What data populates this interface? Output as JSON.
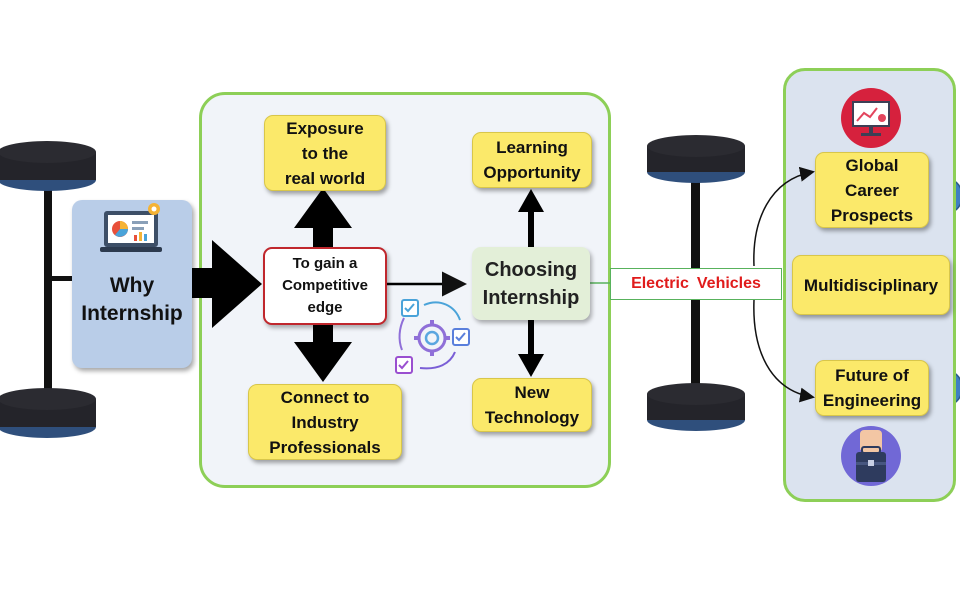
{
  "colors": {
    "panel_border": "#8dcf57",
    "panel_fill": "#f1f4f9",
    "box_yellow": "#fbe96a",
    "why_box": "#b9cde8",
    "edge_border": "#c0272d",
    "choose_box": "#e3efd8",
    "ev_text": "#e01b1b",
    "wheel": "#24242a",
    "wheel_tread": "#2f4f7c"
  },
  "icons": {
    "why": "laptop-analytics-icon",
    "cycle": "gear-checklist-cycle-icon",
    "career": "presentation-board-icon",
    "engineering": "briefcase-icon"
  },
  "why_internship": {
    "label": "Why\nInternship"
  },
  "competitive_edge": {
    "label": "To gain a\nCompetitive\nedge"
  },
  "choosing_internship": {
    "label": "Choosing\nInternship"
  },
  "outcomes": {
    "exposure": "Exposure\nto the\nreal world",
    "connect": "Connect to\nIndustry\nProfessionals",
    "learning": "Learning\nOpportunity",
    "new_tech": "New\nTechnology"
  },
  "electric_vehicles": {
    "word1": "Electric",
    "word2": "Vehicles"
  },
  "benefits": {
    "career": "Global\nCareer\nProspects",
    "multidisciplinary": "Multidisciplinary",
    "engineering": "Future of\nEngineering"
  }
}
